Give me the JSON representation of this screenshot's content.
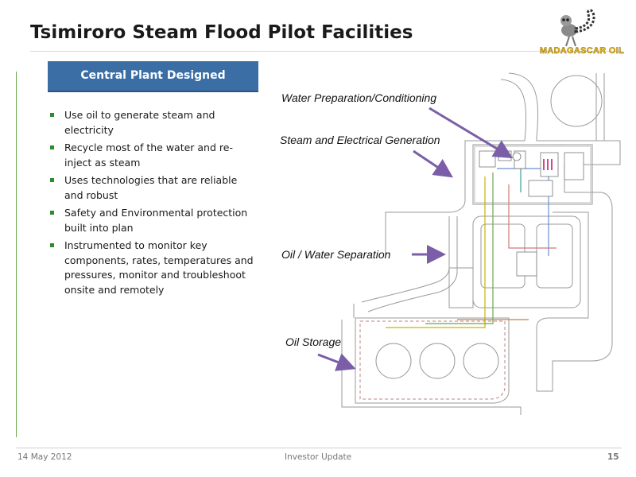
{
  "header": {
    "title": "Tsimiroro Steam Flood Pilot Facilities"
  },
  "logo": {
    "text": "MADAGASCAR OIL"
  },
  "box": {
    "label": "Central Plant Designed"
  },
  "bullets": [
    "Use oil to generate steam and electricity",
    "Recycle most of the water and re-inject as steam",
    "Uses technologies that are reliable and robust",
    "Safety and Environmental protection built into plan",
    "Instrumented to monitor key components, rates, temperatures and pressures, monitor and troubleshoot onsite and remotely"
  ],
  "callouts": {
    "water": "Water Preparation/Conditioning",
    "steam": "Steam and Electrical Generation",
    "oilwater": "Oil / Water Separation",
    "storage": "Oil Storage"
  },
  "footer": {
    "date": "14 May 2012",
    "center": "Investor Update",
    "page": "15"
  },
  "colors": {
    "accent_box": "#3a6ea5",
    "bullet": "#2e8b2e",
    "arrow": "#7b5ea7",
    "rule": "#6aa84f"
  }
}
